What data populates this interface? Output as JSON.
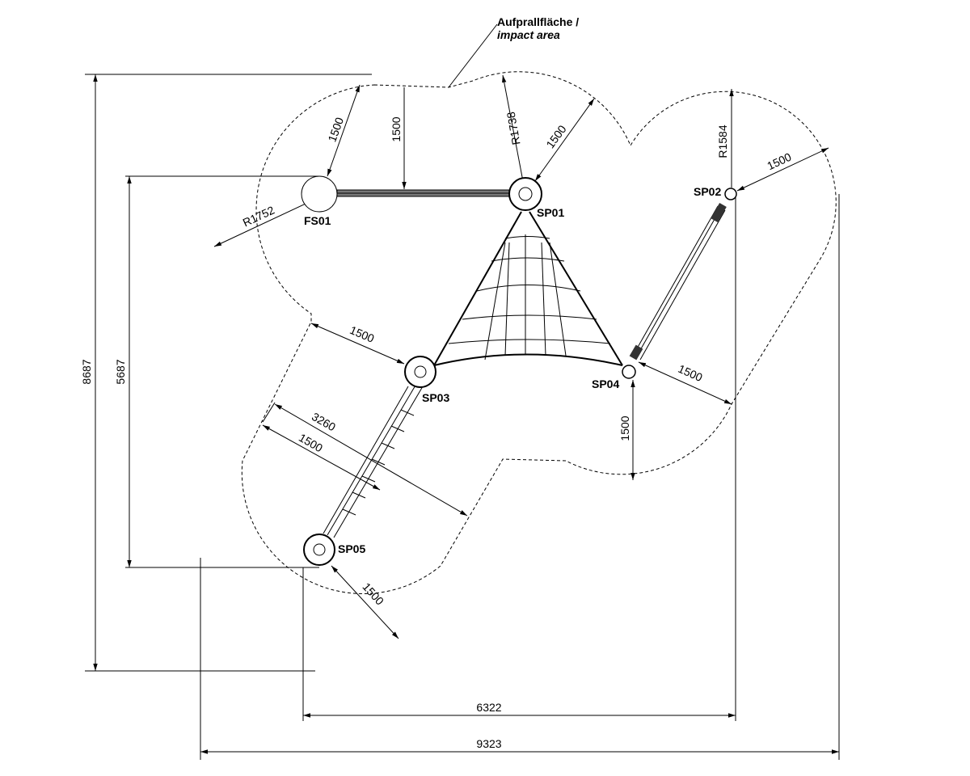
{
  "annotation": {
    "line1": "Aufprallfläche /",
    "line2": "impact area"
  },
  "posts": {
    "fs01": "FS01",
    "sp01": "SP01",
    "sp02": "SP02",
    "sp03": "SP03",
    "sp04": "SP04",
    "sp05": "SP05"
  },
  "dimensions": {
    "total_height": "8687",
    "inner_height": "5687",
    "inner_width": "6322",
    "total_width": "9323",
    "fs01_top": "1500",
    "beam_top": "1500",
    "r_sp01": "R1738",
    "sp01_right": "1500",
    "r_sp02": "R1584",
    "sp02_right": "1500",
    "r_fs01": "R1752",
    "sp03_left": "1500",
    "ladder_length": "3260",
    "ladder_offset": "1500",
    "sp04_bottom": "1500",
    "sp04_right": "1500",
    "sp05_bottom": "1500"
  }
}
